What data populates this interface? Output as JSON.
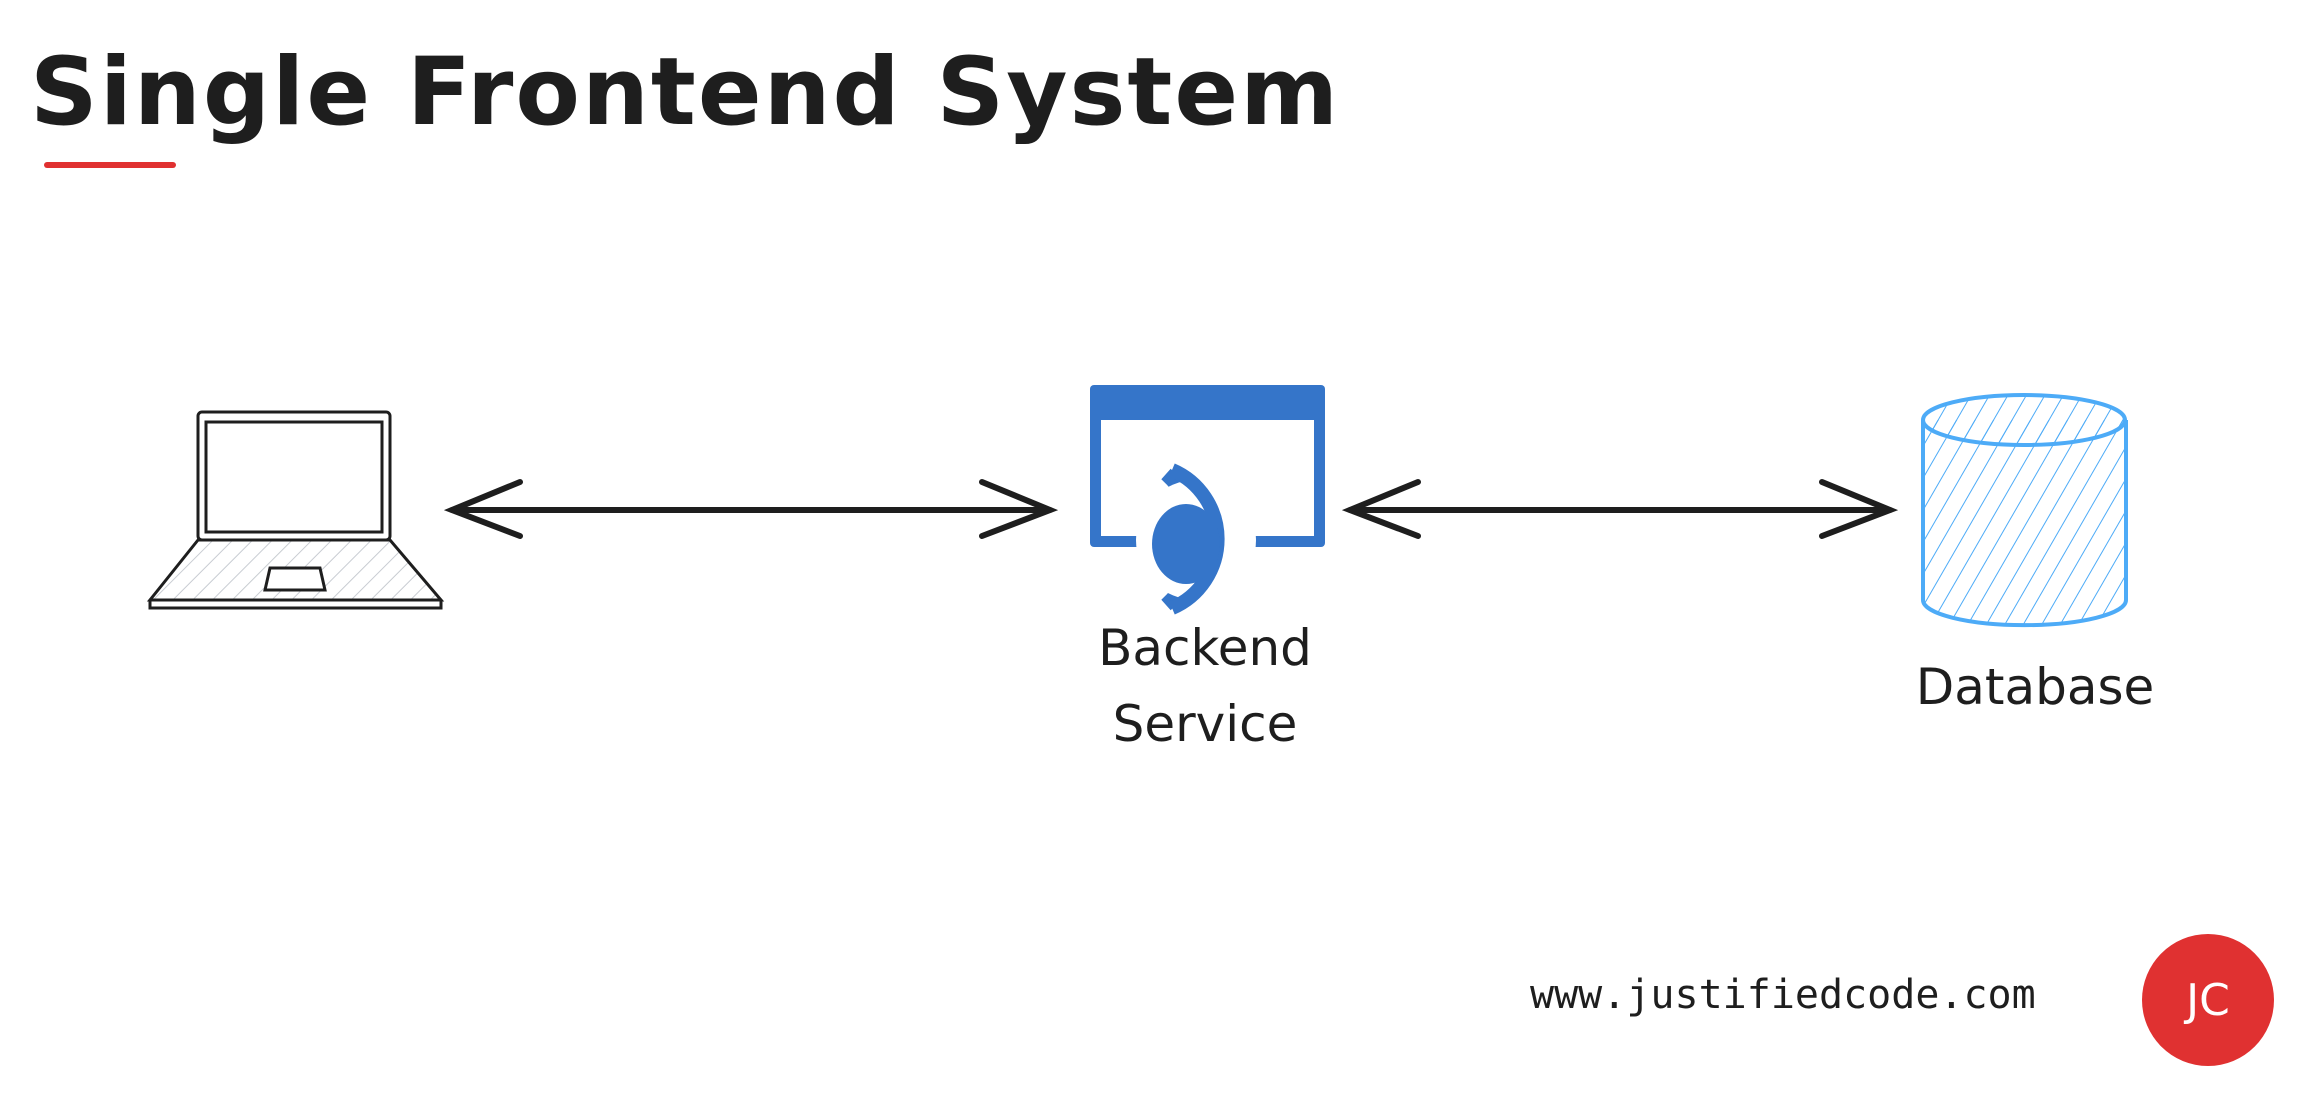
{
  "title": "Single Frontend System",
  "nodes": {
    "client": {
      "icon": "laptop-icon"
    },
    "backend": {
      "line1": "Backend",
      "line2": "Service",
      "icon": "server-icon"
    },
    "database": {
      "label": "Database",
      "icon": "database-icon"
    }
  },
  "footer": {
    "url": "www.justifiedcode.com",
    "logo": "JC"
  },
  "colors": {
    "accent": "#e03131",
    "backend": "#3575c9",
    "database": "#4dabf7",
    "ink": "#1e1e1e"
  }
}
